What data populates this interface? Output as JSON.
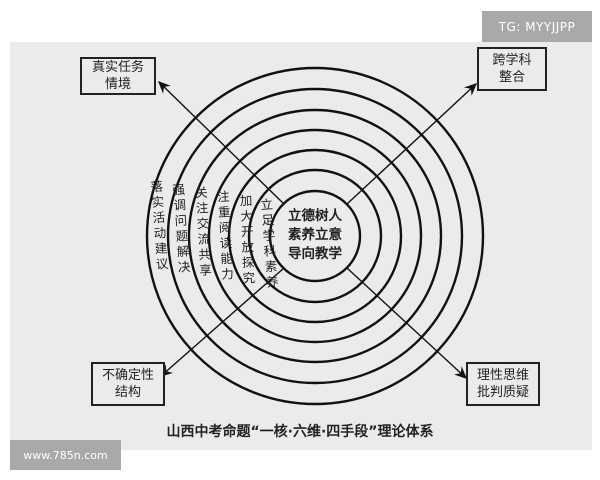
{
  "watermarks": {
    "top_right": "TG: MYYJJPP",
    "bottom_left": "www.785n.com"
  },
  "core": {
    "lines": [
      "立德树人",
      "素养立意",
      "导向教学"
    ]
  },
  "dimensions": [
    "落实活动建议",
    "强调问题解决",
    "关注交流共享",
    "注重阅读能力",
    "加大开放探究",
    "立足学科素养"
  ],
  "boxes": {
    "top_left": {
      "line1": "真实任务",
      "line2": "情境"
    },
    "top_right": {
      "line1": "跨学科",
      "line2": "整合"
    },
    "bottom_left": {
      "line1": "不确定性",
      "line2": "结构"
    },
    "bottom_right": {
      "line1": "理性思维",
      "line2": "批判质疑"
    }
  },
  "caption": "山西中考命题“一核·六维·四手段”理论体系"
}
